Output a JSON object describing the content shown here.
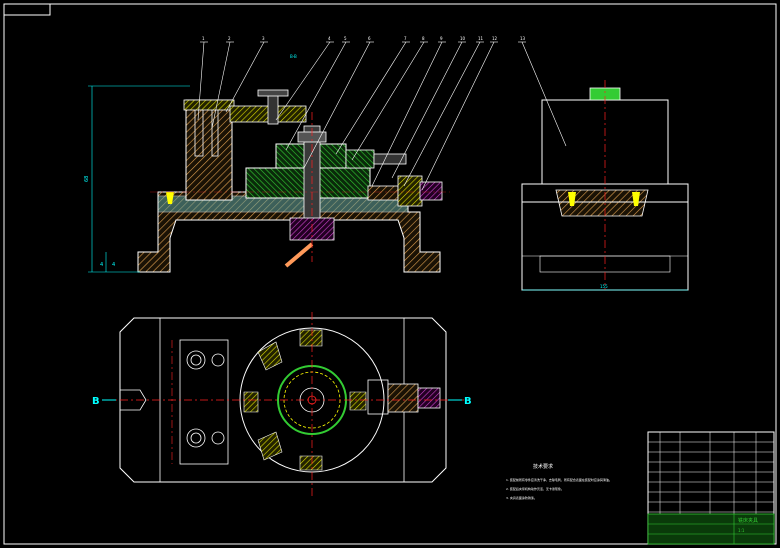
{
  "sheet": {
    "background": "#000000",
    "colors": {
      "outline": "#ffffff",
      "dimension": "#00ffff",
      "hatch_body": "#ff9a5a",
      "hatch_green": "#33cc33",
      "yellow": "#ffff00",
      "magenta": "#ff00ff",
      "red": "#ff2020",
      "border": "#ffffff"
    }
  },
  "balloons": [
    "1",
    "2",
    "3",
    "4",
    "5",
    "6",
    "7",
    "8",
    "9",
    "10",
    "11",
    "12",
    "13"
  ],
  "section_marks": {
    "left": "B",
    "right": "B"
  },
  "dimension_labels": {
    "overall_height": "68",
    "small_left_a": "4",
    "small_left_b": "4",
    "side_width": "155",
    "top_label": "B-B"
  },
  "notes": {
    "title": "技术要求",
    "lines": [
      "1. 装配前所有零件应清洗干净，去除毛刺，所有配合表面在装配时应涂润滑油。",
      "2. 装配后夹紧机构动作灵活，无卡滞现象。",
      "3. 夹具表面涂防锈漆。"
    ]
  },
  "title_block": {
    "rows": [
      "",
      "",
      "",
      "",
      "",
      "",
      "",
      ""
    ],
    "name_cell": "铣床夹具",
    "scale": "1:1"
  }
}
